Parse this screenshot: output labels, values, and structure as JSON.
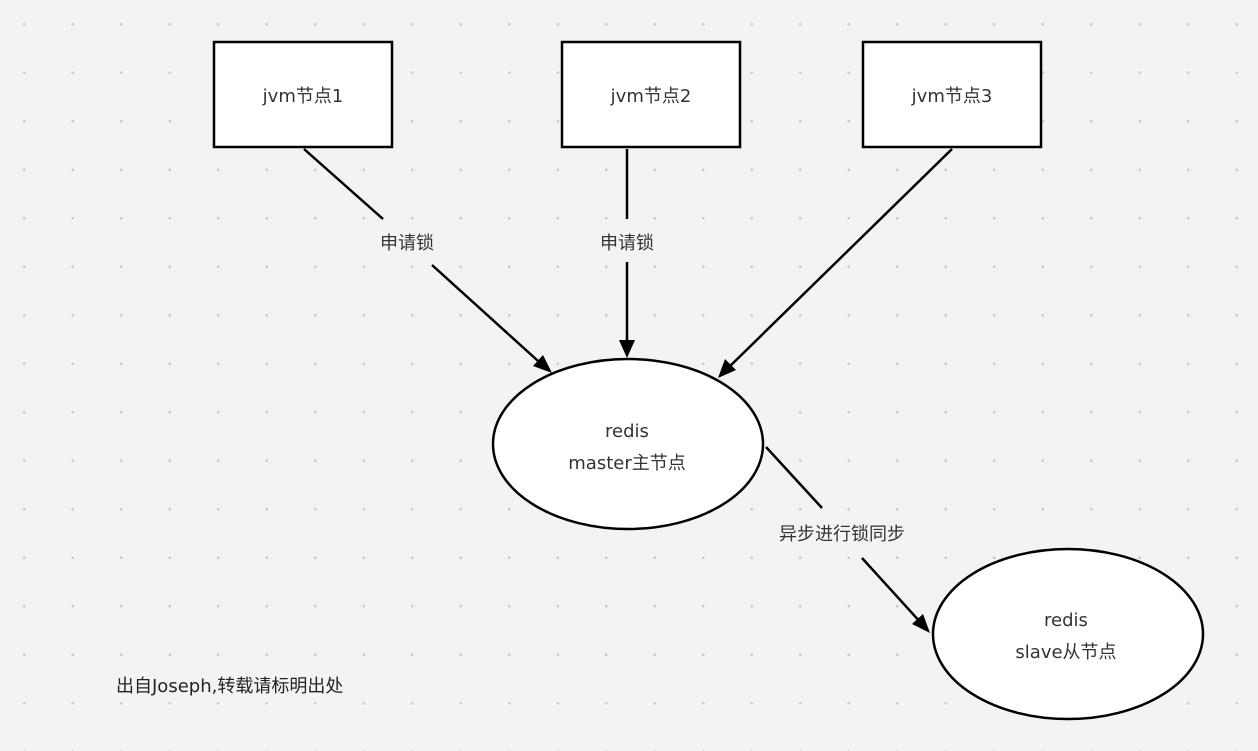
{
  "diagram": {
    "nodes": {
      "jvm1": {
        "label": "jvm节点1"
      },
      "jvm2": {
        "label": "jvm节点2"
      },
      "jvm3": {
        "label": "jvm节点3"
      },
      "master": {
        "line1": "redis",
        "line2": "master主节点"
      },
      "slave": {
        "line1": "redis",
        "line2": "slave从节点"
      }
    },
    "edges": {
      "jvm1_to_master": {
        "label": "申请锁"
      },
      "jvm2_to_master": {
        "label": "申请锁"
      },
      "jvm3_to_master": {
        "label": ""
      },
      "master_to_slave": {
        "label": "异步进行锁同步"
      }
    },
    "footer_note": "出自Joseph,转载请标明出处"
  }
}
